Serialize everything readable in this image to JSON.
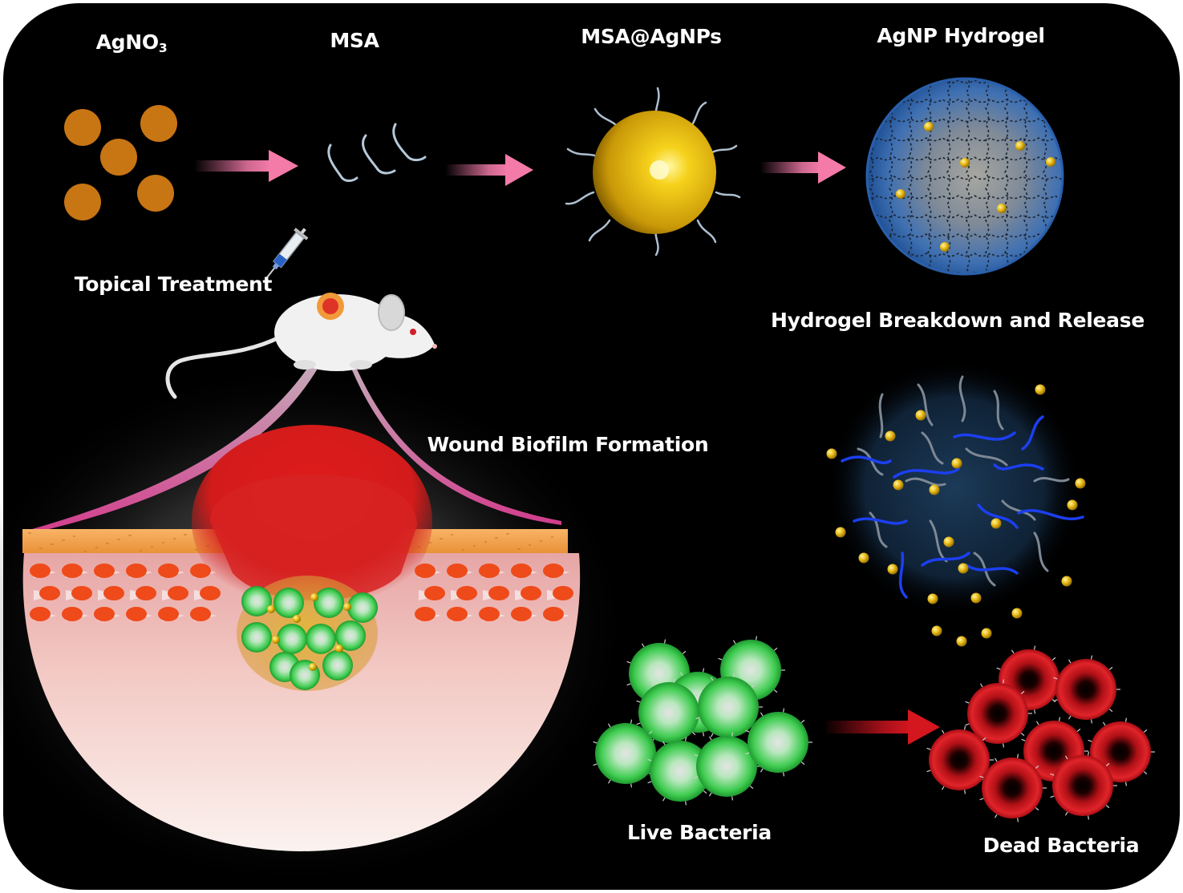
{
  "labels": {
    "agno3": {
      "main": "AgNO",
      "sub": "3"
    },
    "msa": "MSA",
    "msa_agnps": "MSA@AgNPs",
    "agnp_hydrogel": "AgNP Hydrogel",
    "topical_treatment": "Topical Treatment",
    "hydrogel_breakdown": "Hydrogel Breakdown and Release",
    "wound_biofilm": "Wound Biofilm Formation",
    "live_bacteria": "Live Bacteria",
    "dead_bacteria": "Dead Bacteria"
  },
  "colors": {
    "background": "#000000",
    "agno3_dot": "#c87514",
    "pink_arrow": "#f27aa8",
    "red_arrow": "#c8141e",
    "gold": "#f2c21a",
    "hydrogel_blue": "#2f66b4",
    "live_green": "#35c24a",
    "dead_red": "#c8141e",
    "skin_orange": "#f4a04a",
    "wound_red": "#e01b1b"
  }
}
